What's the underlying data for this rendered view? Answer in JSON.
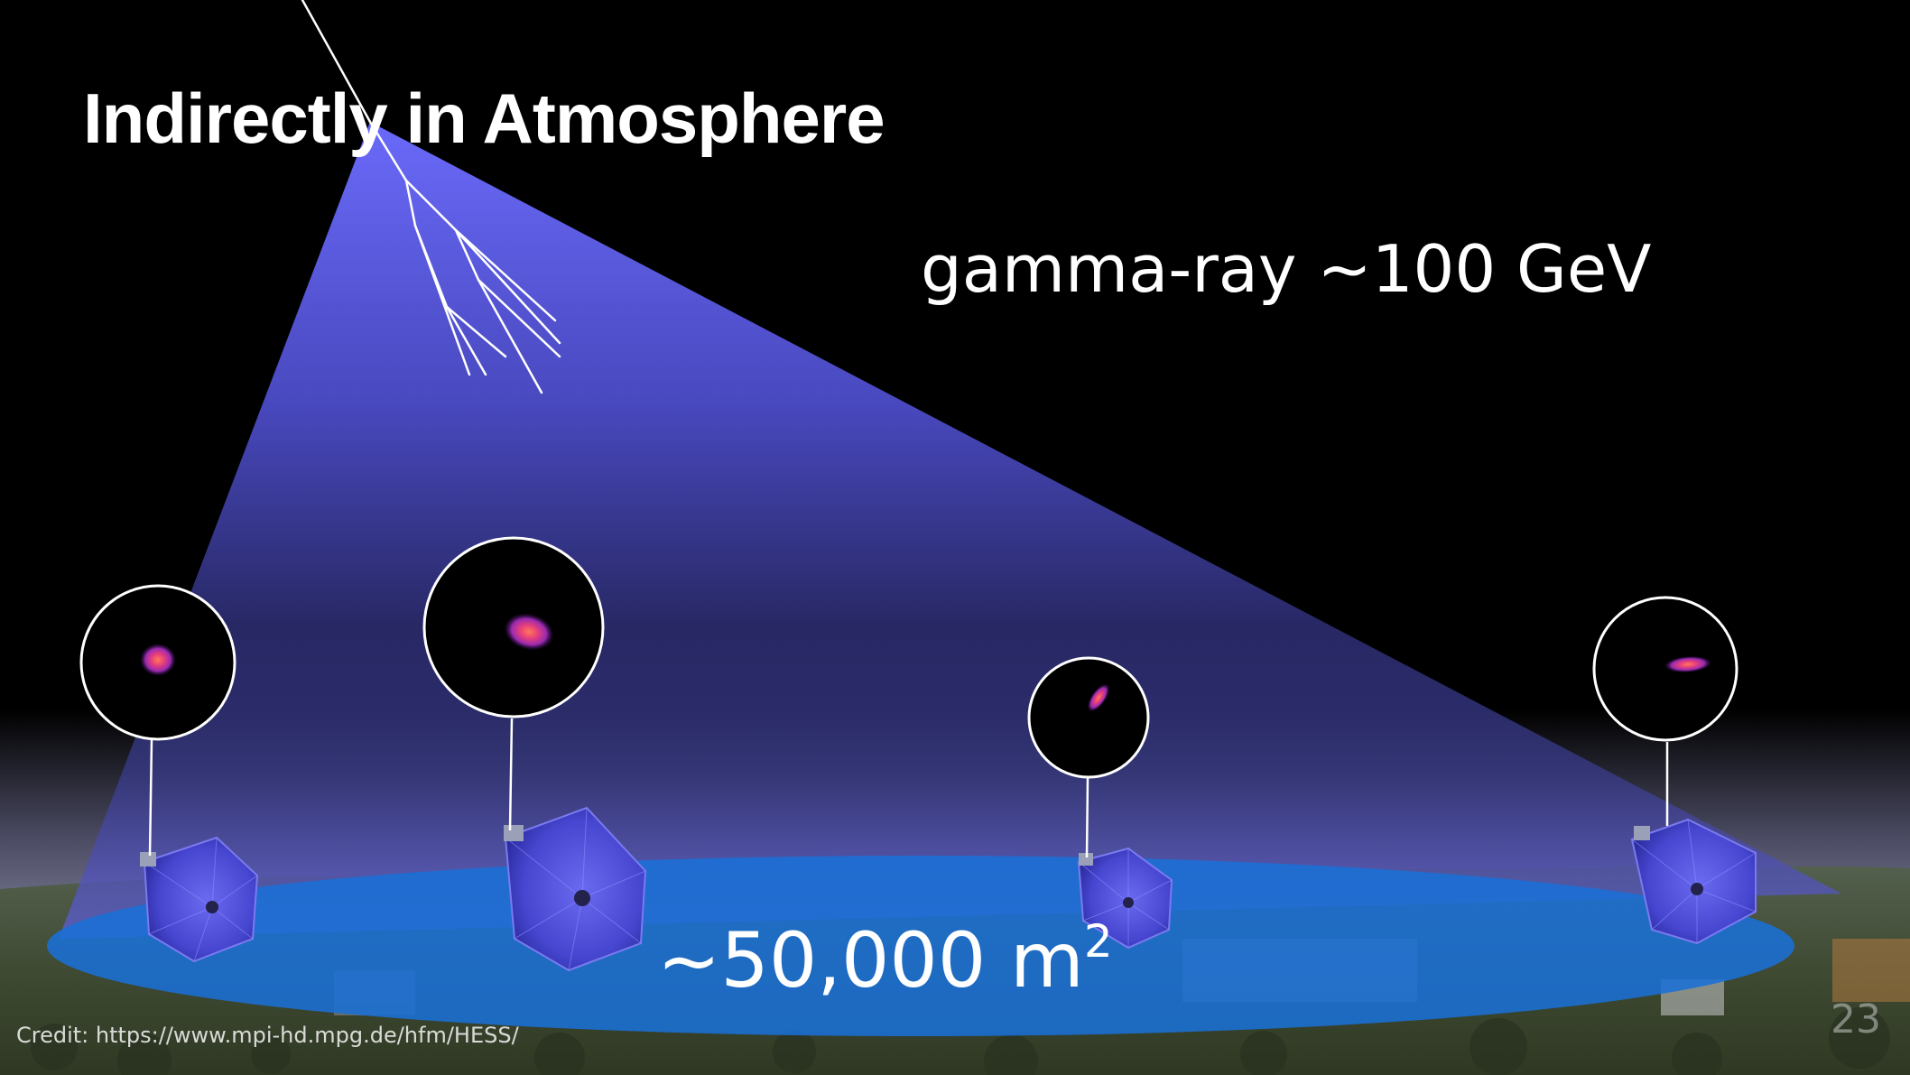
{
  "slide": {
    "title": "Indirectly in Atmosphere",
    "particle_label": "gamma-ray ~100 GeV",
    "area_label": "~50,000 m",
    "area_unit_superscript": "2",
    "credit": "Credit: https://www.mpi-hd.mpg.de/hfm/HESS/",
    "page_number": "23"
  },
  "colors": {
    "background": "#000000",
    "cherenkov_light_cone": "#6a6cf2",
    "ground_footprint": "#1a6fd6",
    "telescope_dish": "#4a4ad8",
    "camera_image_glow": "#e0408a"
  },
  "telescopes": [
    {
      "name": "telescope-1",
      "camera_image": "round-spot"
    },
    {
      "name": "telescope-2",
      "camera_image": "round-spot"
    },
    {
      "name": "telescope-3",
      "camera_image": "tilted-ellipse"
    },
    {
      "name": "telescope-4",
      "camera_image": "horizontal-ellipse"
    }
  ]
}
